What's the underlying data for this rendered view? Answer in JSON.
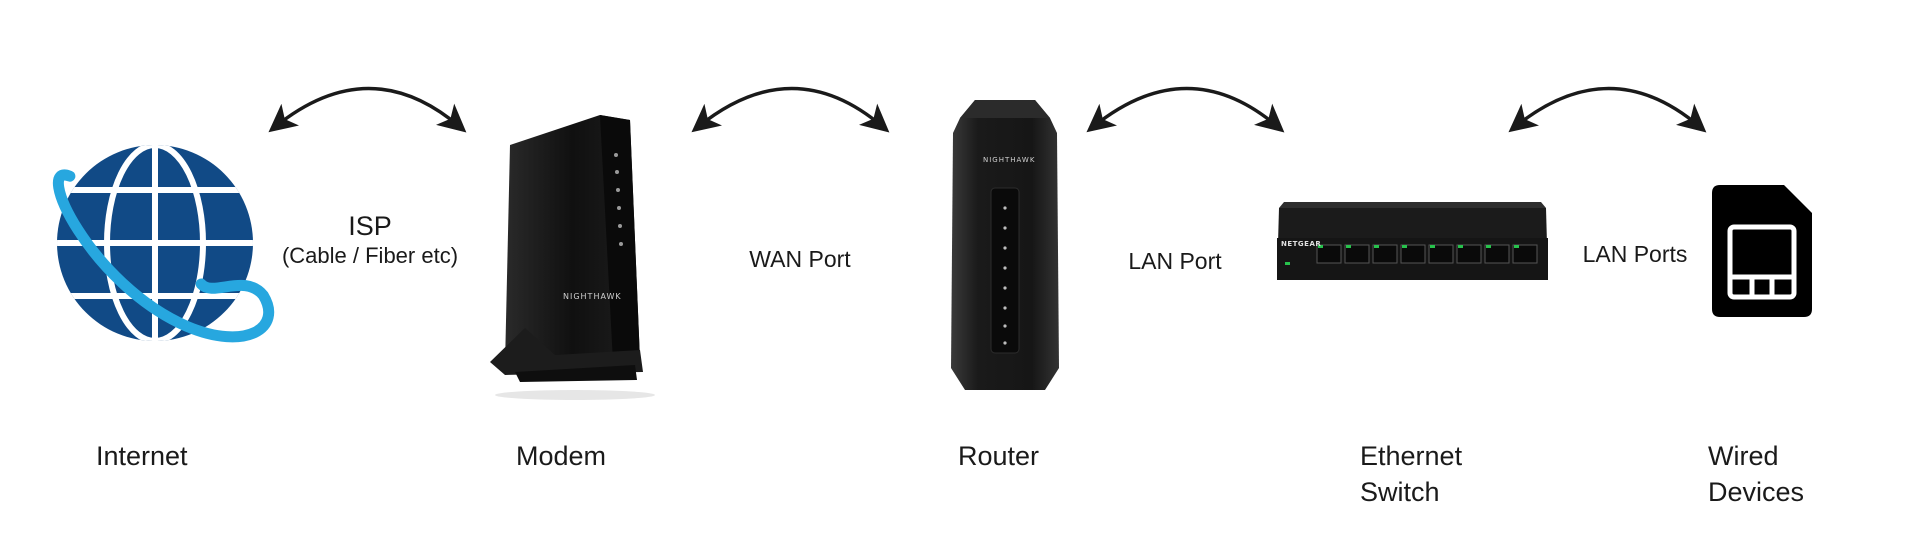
{
  "nodes": {
    "internet": {
      "label": "Internet",
      "icon": "globe-icon"
    },
    "modem": {
      "label": "Modem",
      "brand_text": "NIGHTHAWK",
      "icon": "modem-icon"
    },
    "router": {
      "label": "Router",
      "brand_text": "NIGHTHAWK",
      "icon": "router-icon"
    },
    "switch": {
      "label_line1": "Ethernet",
      "label_line2": "Switch",
      "brand_text": "NETGEAR",
      "icon": "ethernet-switch-icon"
    },
    "wired": {
      "label_line1": "Wired",
      "label_line2": "Devices",
      "icon": "sim-card-icon"
    }
  },
  "connections": {
    "isp": {
      "title": "ISP",
      "subtitle": "(Cable / Fiber etc)"
    },
    "wan": {
      "label": "WAN Port"
    },
    "lan": {
      "label": "LAN Port"
    },
    "lan_ports": {
      "label": "LAN Ports"
    }
  },
  "colors": {
    "globe_blue": "#114a86",
    "orbit_cyan": "#27a7df",
    "device_black": "#141414",
    "arrow": "#1a1a1a",
    "switch_led_green": "#27c24c"
  }
}
